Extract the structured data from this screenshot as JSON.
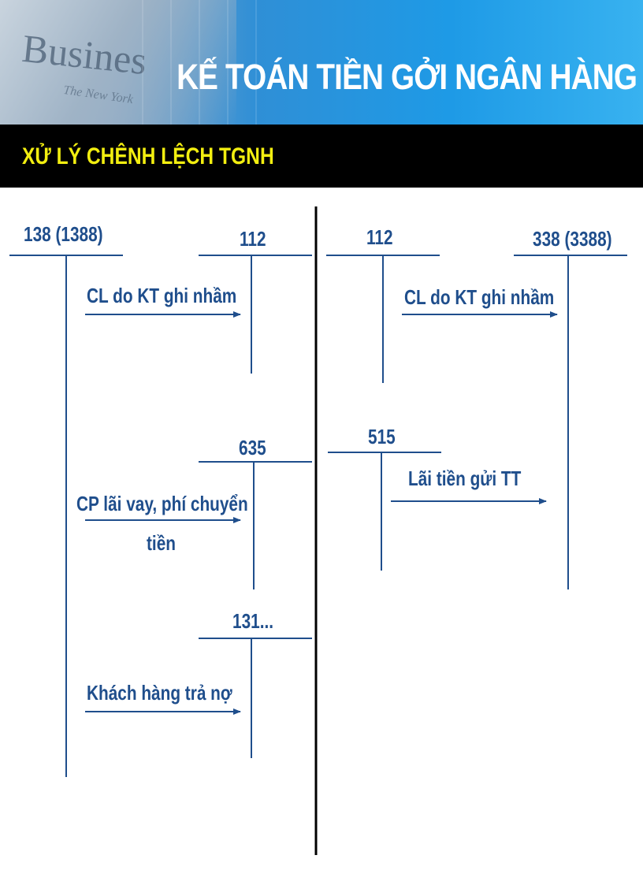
{
  "header": {
    "title": "KẾ TOÁN TIỀN GỞI NGÂN HÀNG",
    "photo_text": "Busines"
  },
  "band": {
    "subtitle": "XỬ LÝ CHÊNH LỆCH TGNH"
  },
  "accounts": {
    "a138": "138 (1388)",
    "a112_left": "112",
    "a112_right": "112",
    "a338": "338 (3388)",
    "a635": "635",
    "a515": "515",
    "a131": "131..."
  },
  "entries": {
    "cl_left": "CL do KT ghi nhầm",
    "cl_right": "CL do KT ghi nhầm",
    "cp_line1": "CP lãi vay, phí chuyển",
    "cp_line2": "tiền",
    "interest": "Lãi tiền gửi TT",
    "customer": "Khách hàng trả nợ"
  },
  "colors": {
    "text": "#1f4e8c",
    "lines": "#1f4e8c",
    "subtitle": "#f2ee10",
    "band": "#000000"
  }
}
